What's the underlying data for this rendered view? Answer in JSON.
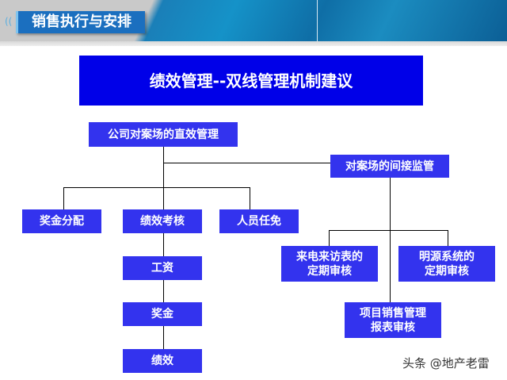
{
  "header": {
    "section_label": "销售执行与安排"
  },
  "title": "绩效管理--双线管理机制建议",
  "nodes": {
    "direct": "公司对案场的直效管理",
    "indirect": "对案场的间接监管",
    "bonus_alloc": "奖金分配",
    "perf_review": "绩效考核",
    "staffing": "人员任免",
    "salary": "工资",
    "bonus": "奖金",
    "performance": "绩效",
    "call_visit_line1": "来电来访表的",
    "call_visit_line2": "定期审核",
    "mingyuan_line1": "明源系统的",
    "mingyuan_line2": "定期审核",
    "report_line1": "项目销售管理",
    "report_line2": "报表审核"
  },
  "watermark": "头条 @地产老雷"
}
